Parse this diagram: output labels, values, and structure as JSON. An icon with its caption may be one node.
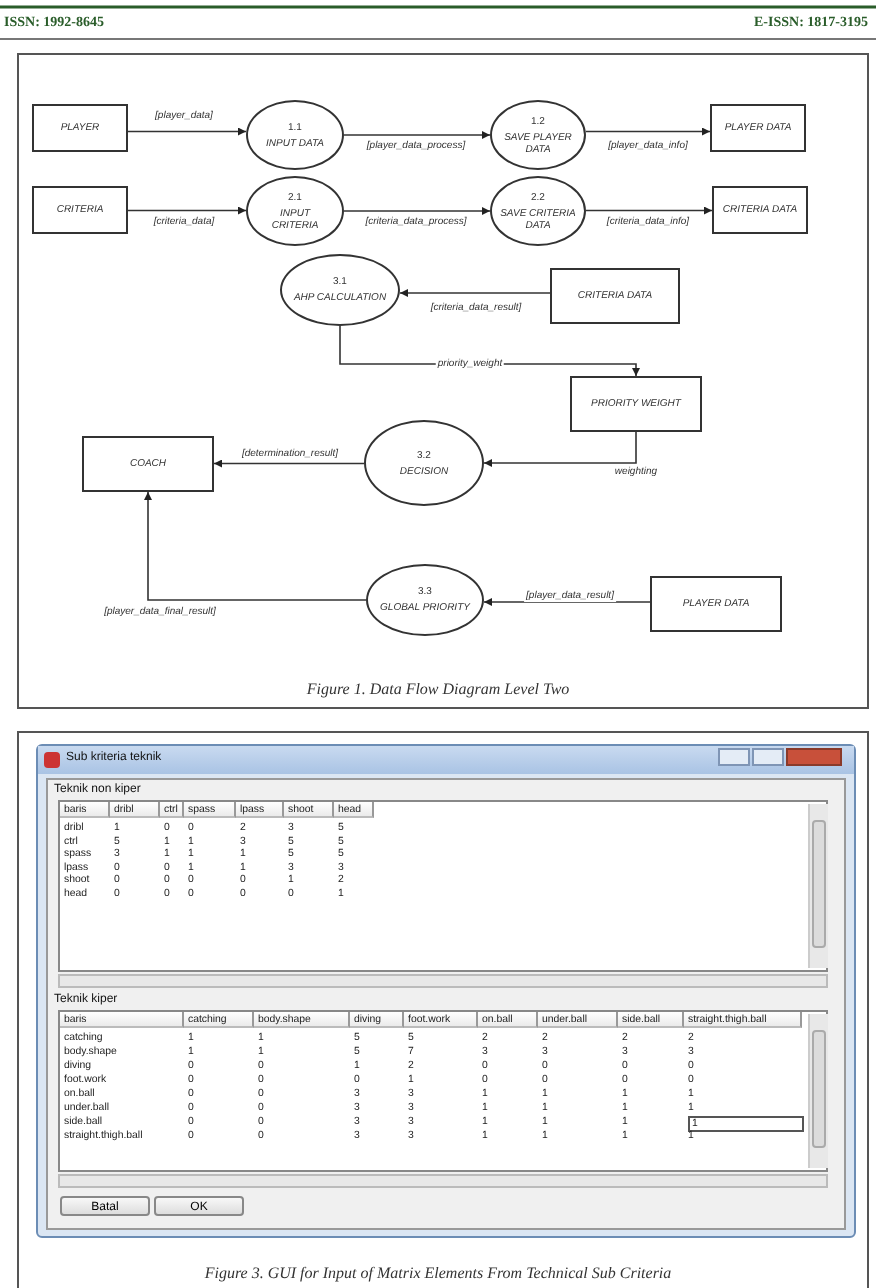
{
  "diagram": {
    "nodes": [
      {
        "text": [
          "PLAYER"
        ]
      },
      {
        "text": [
          "1.1",
          "INPUT DATA"
        ]
      },
      {
        "text": [
          "1.2",
          "SAVE PLAYER DATA"
        ]
      },
      {
        "text": [
          "PLAYER DATA"
        ]
      },
      {
        "text": [
          "CRITERIA"
        ]
      },
      {
        "text": [
          "2.1",
          "INPUT CRITERIA"
        ]
      },
      {
        "text": [
          "2.2",
          "SAVE CRITERIA DATA"
        ]
      },
      {
        "text": [
          "CRITERIA DATA"
        ]
      },
      {
        "text": [
          "3.1",
          "AHP CALCULATION"
        ]
      },
      {
        "text": [
          "CRITERIA DATA"
        ]
      },
      {
        "text": [
          "PRIORITY WEIGHT"
        ]
      },
      {
        "text": [
          "COACH"
        ]
      },
      {
        "text": [
          "3.2",
          "DECISION"
        ]
      },
      {
        "text": [
          "3.3",
          "GLOBAL PRIORITY"
        ]
      },
      {
        "text": [
          "PLAYER DATA"
        ]
      }
    ],
    "edges": [
      {
        "from": 0,
        "to": 1,
        "arrow": "to",
        "label": "[player_data]"
      },
      {
        "from": 1,
        "to": 2,
        "arrow": "to",
        "label": "[player_data_process]"
      },
      {
        "from": 2,
        "to": 3,
        "arrow": "to",
        "label": "[player_data_info]"
      },
      {
        "from": 4,
        "to": 5,
        "arrow": "to",
        "label": "[criteria_data]"
      },
      {
        "from": 5,
        "to": 6,
        "arrow": "to",
        "label": "[criteria_data_process]"
      },
      {
        "from": 6,
        "to": 7,
        "arrow": "to",
        "label": "[criteria_data_info]"
      },
      {
        "from": 9,
        "to": 8,
        "arrow": "to",
        "label": "[criteria_data_result]"
      },
      {
        "from": 8,
        "to": 10,
        "arrow": "to",
        "label": "priority_weight"
      },
      {
        "from": 10,
        "to": 12,
        "arrow": "to",
        "label": "weighting"
      },
      {
        "from": 12,
        "to": 11,
        "arrow": "to",
        "label": "[determination_result]"
      },
      {
        "from": 13,
        "to": 11,
        "arrow": "to",
        "label": "[player_data_final_result]"
      },
      {
        "from": 14,
        "to": 13,
        "arrow": "to",
        "label": "[player_data_result]"
      }
    ],
    "labels": [
      "ISSN: 1992-8645",
      "E-ISSN: 1817-3195",
      "Figure 1. Data Flow Diagram Level Two",
      "Sub kriteria teknik",
      "Teknik non kiper",
      "baris",
      "dribl",
      "ctrl",
      "spass",
      "lpass",
      "shoot",
      "head",
      "dribl",
      "1",
      "0",
      "0",
      "2",
      "3",
      "5",
      "ctrl",
      "5",
      "1",
      "1",
      "3",
      "5",
      "5",
      "spass",
      "3",
      "1",
      "1",
      "1",
      "5",
      "5",
      "lpass",
      "0",
      "0",
      "1",
      "1",
      "3",
      "3",
      "shoot",
      "0",
      "0",
      "0",
      "0",
      "1",
      "2",
      "head",
      "0",
      "0",
      "0",
      "0",
      "0",
      "1",
      "Teknik kiper",
      "baris",
      "catching",
      "body.shape",
      "diving",
      "foot.work",
      "on.ball",
      "under.ball",
      "side.ball",
      "straight.thigh.ball",
      "catching",
      "1",
      "1",
      "5",
      "5",
      "2",
      "2",
      "2",
      "2",
      "body.shape",
      "1",
      "1",
      "5",
      "7",
      "3",
      "3",
      "3",
      "3",
      "diving",
      "0",
      "0",
      "1",
      "2",
      "0",
      "0",
      "0",
      "0",
      "foot.work",
      "0",
      "0",
      "0",
      "1",
      "0",
      "0",
      "0",
      "0",
      "on.ball",
      "0",
      "0",
      "3",
      "3",
      "1",
      "1",
      "1",
      "1",
      "under.ball",
      "0",
      "0",
      "3",
      "3",
      "1",
      "1",
      "1",
      "1",
      "side.ball",
      "0",
      "0",
      "3",
      "3",
      "1",
      "1",
      "1",
      "1",
      "straight.thigh.ball",
      "0",
      "0",
      "3",
      "3",
      "1",
      "1",
      "1",
      "1",
      "Batal",
      "OK",
      "Figure 3. GUI for Input of Matrix Elements From Technical Sub Criteria"
    ]
  }
}
